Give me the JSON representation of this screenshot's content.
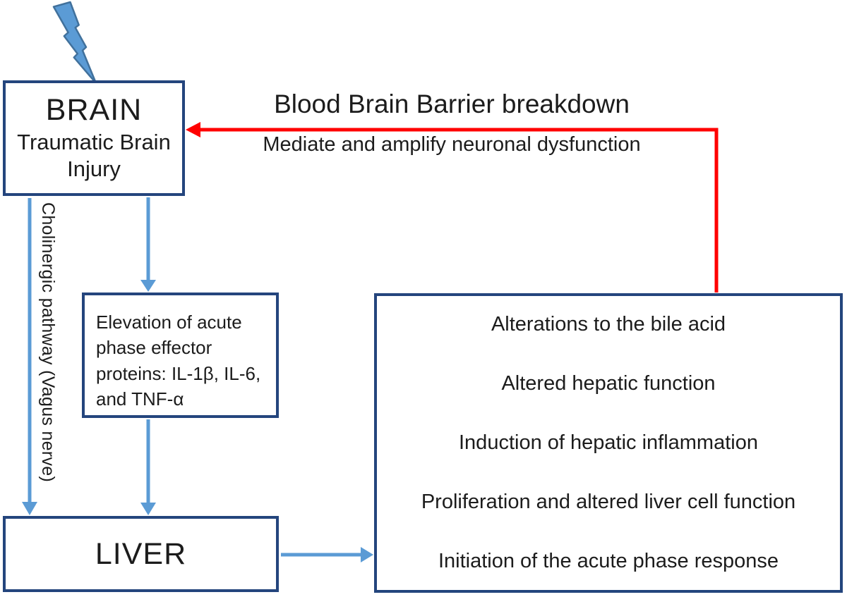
{
  "diagram": {
    "title_arrow": {
      "title": "Blood Brain Barrier breakdown",
      "subtitle": "Mediate and amplify neuronal dysfunction"
    },
    "brain_box": {
      "title": "BRAIN",
      "subtitle": "Traumatic Brain Injury"
    },
    "vagus_pathway_label": "Cholinergic pathway (Vagus nerve)",
    "elevation_box": {
      "text": "Elevation of acute phase effector proteins: IL-1β, IL-6, and TNF-α"
    },
    "liver_box": {
      "title": "LIVER"
    },
    "effects_box": {
      "items": [
        "Alterations to the bile acid",
        "Altered hepatic function",
        "Induction of hepatic inflammation",
        "Proliferation and altered liver cell function",
        "Initiation of the acute phase response"
      ]
    },
    "icons": {
      "injury": "lightning-bolt"
    },
    "colors": {
      "box_border": "#24457d",
      "arrow_blue": "#5b9bd5",
      "arrow_red": "#ff0000",
      "lightning_fill": "#5b9bd5",
      "lightning_stroke": "#41719c",
      "text": "#1c1c1c",
      "background": "#ffffff"
    }
  }
}
